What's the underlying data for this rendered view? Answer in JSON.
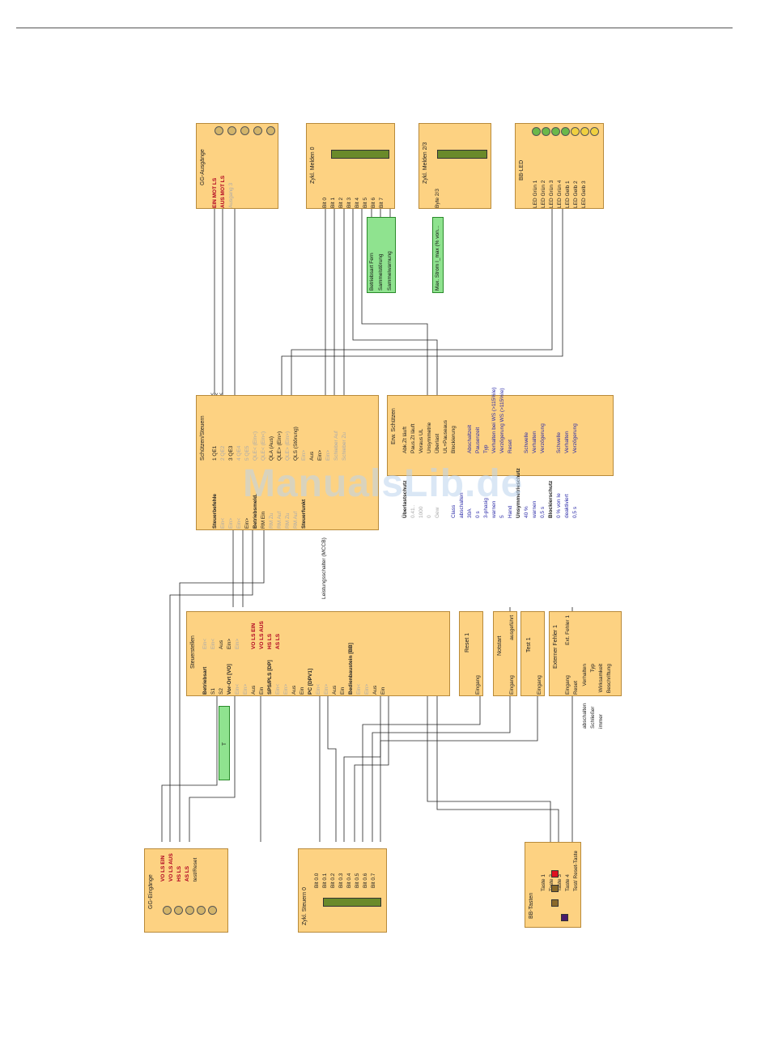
{
  "watermark": "ManualsLib.de",
  "gg_ausgaenge": {
    "title": "GG-Ausgänge",
    "rows": [
      "EIN MOT LS",
      "AUS MOT LS",
      "Ausgang 3"
    ]
  },
  "zykl_melden0": {
    "title": "Zykl. Melden 0",
    "rows": [
      "Bit 0",
      "Bit 1",
      "Bit 2",
      "Bit 3",
      "Bit 4",
      "Bit 5",
      "Bit 6",
      "Bit 7"
    ],
    "green": [
      "Betriebsart Fern",
      "Sammelstörung",
      "Sammelwarnung"
    ]
  },
  "zykl_melden23": {
    "title": "Zykl. Melden 2/3",
    "rows": [
      "Byte 2/3"
    ],
    "green": "Max. Strom I_max (% von..."
  },
  "bb_led": {
    "title": "BB-LED",
    "rows": [
      "LED Grün 1",
      "LED Grün 2",
      "LED Grün 3",
      "LED Grün 4",
      "LED Gelb 1",
      "LED Gelb 2",
      "LED Gelb 3"
    ]
  },
  "schuetzensteuern": {
    "title": "Schützen/Steuern",
    "left": [
      "Steuerbefehle",
      "Ein<",
      "Ein>",
      "Ein<",
      "Ein>",
      "Betriebsmeld.",
      "RM Ein",
      "RM Zu",
      "RM Auf",
      "RM Zu",
      "RM Auf",
      "Steuerfunkt"
    ],
    "right": [
      "1 QE1",
      "2 QE2",
      "3 QE3",
      "4 QE4",
      "5 QE5",
      "QLE< (Ein<)",
      "QLE< (Ein<)",
      "QLA (Aus)",
      "QLE> (Ein>)",
      "QLE> (Ein>)",
      "QLS (Störung)",
      "Ein>",
      "Aus",
      "Ein>",
      "Ein>",
      "Schieber Auf",
      "Schieber Zu"
    ],
    "footer": "Leistungsschalter (MCCB)"
  },
  "erw_schuetzen": {
    "title": "Erw. Schützen",
    "left": [
      "Überlastschutz",
      "0.41..",
      "1000",
      "0",
      "Gew",
      "",
      "Class",
      "abschalten",
      "30A",
      "0 s",
      "3-phasig",
      "warnen",
      "5",
      "Hand",
      "Unsymmetrieschutz",
      "40 %",
      "warnen",
      "0,5 s",
      "Blockierschutz",
      "0 % von Ie",
      "deaktiviert",
      "0,5 s"
    ],
    "right": [
      "Abk.Zt läuft",
      "Paus.Zt läuft",
      "Voraus UL",
      "Unsymmetrie",
      "Überlast",
      "UL+Pauseaus",
      "Blockierung",
      "",
      "Abschaltzeit",
      "Pausenzeit",
      "Typ",
      "Verhalten bei WS (>115%Ie)",
      "Verzögerung WS (>115%Ie)",
      "Reset",
      "",
      "Schwelle",
      "Verhalten",
      "Verzögerung",
      "",
      "Schwelle",
      "Verhalten",
      "Verzögerung"
    ]
  },
  "steuerstellen": {
    "title": "Steuerstellen",
    "left": [
      "Betriebsart",
      "S1",
      "S2",
      "Vor-Ort [VO]",
      "Ein<",
      "Ein>",
      "Aus",
      "Ein",
      "SPS/PLS [DP]",
      "Ein<",
      "Ein>",
      "Aus",
      "Ein",
      "PC [DPV1]",
      "Ein<",
      "Ein>",
      "Aus",
      "Ein",
      "Bedienbaustein [BB]",
      "Ein<",
      "Ein>",
      "Aus",
      "Ein"
    ],
    "right": [
      "Ein<",
      "Ein<",
      "Aus",
      "Ein>",
      "Ein>",
      "",
      "VO LS EIN",
      "VO LS AUS",
      "HS LS",
      "AS LS"
    ]
  },
  "reset1": {
    "title": "Reset 1",
    "rows": [
      "Eingang"
    ]
  },
  "notstart": {
    "title": "Notstart",
    "rows": [
      "Eingang",
      "ausgeführt"
    ]
  },
  "test1": {
    "title": "Test 1",
    "rows": [
      "Eingang"
    ]
  },
  "ext_fehler": {
    "title": "Externer Fehler 1",
    "left": [
      "Eingang",
      "Reset",
      "abschalten",
      "Schließer",
      "immer",
      ""
    ],
    "right": [
      "Ext. Fehler 1",
      "",
      "Verhalten",
      "Typ",
      "Wirksamkeit",
      "Beschriftung"
    ]
  },
  "gg_eingaenge": {
    "title": "GG-Eingänge",
    "rows": [
      "VO LS EIN",
      "VO LS AUS",
      "HS LS",
      "AS LS",
      "test/Reset"
    ]
  },
  "zykl_steuern0": {
    "title": "Zykl. Steuern 0",
    "rows": [
      "Bit 0.0",
      "Bit 0.1",
      "Bit 0.2",
      "Bit 0.3",
      "Bit 0.4",
      "Bit 0.5",
      "Bit 0.6",
      "Bit 0.7"
    ]
  },
  "bb_tasten": {
    "title": "BB-Tasten",
    "rows": [
      "Taste 1",
      "Taste 2",
      "Taste 3",
      "Taste 4",
      "Test/ Reset-Taste"
    ]
  },
  "timer_label": "T",
  "colors": {
    "block": "#fdd282",
    "border": "#b88a3a",
    "green": "#8fe38f",
    "wire": "#222222"
  }
}
